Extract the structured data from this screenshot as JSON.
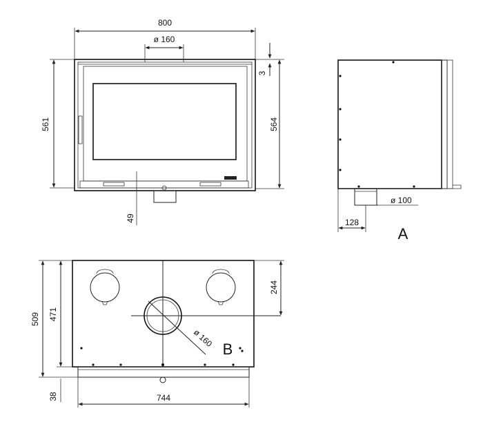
{
  "front_view": {
    "width_label": "800",
    "flue_label": "ø 160",
    "height_left_label": "561",
    "height_right_label": "564",
    "offset_top_label": "3",
    "bottom_offset_label": "49"
  },
  "side_view": {
    "flue_label": "ø 100",
    "depth_label": "128",
    "view_letter": "A"
  },
  "top_view": {
    "height_outer_label": "509",
    "height_inner_label": "471",
    "bottom_strip_label": "38",
    "width_label": "744",
    "center_offset_label": "244",
    "flue_label": "ø 160",
    "view_letter": "B"
  }
}
